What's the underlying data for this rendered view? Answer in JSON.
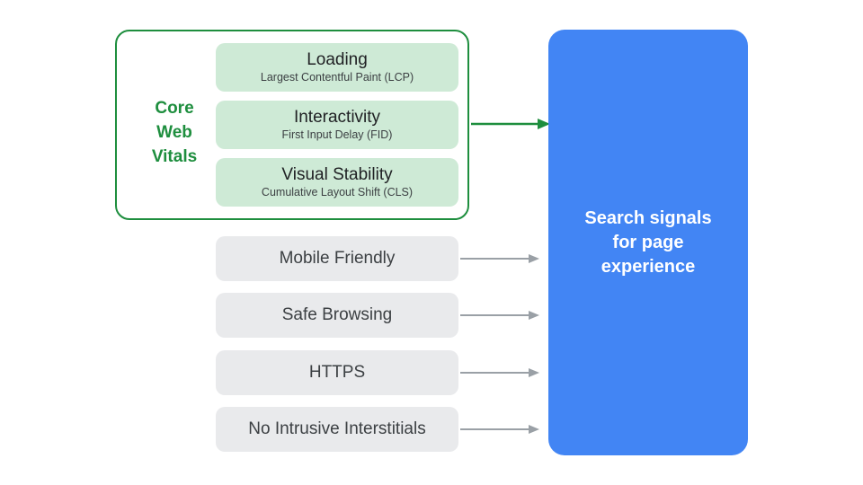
{
  "core_web_vitals": {
    "label": "Core\nWeb\nVitals",
    "items": [
      {
        "title": "Loading",
        "subtitle": "Largest Contentful Paint (LCP)"
      },
      {
        "title": "Interactivity",
        "subtitle": "First Input Delay (FID)"
      },
      {
        "title": "Visual Stability",
        "subtitle": "Cumulative Layout Shift (CLS)"
      }
    ]
  },
  "other_signals": [
    {
      "label": "Mobile Friendly"
    },
    {
      "label": "Safe Browsing"
    },
    {
      "label": "HTTPS"
    },
    {
      "label": "No Intrusive Interstitials"
    }
  ],
  "target": {
    "label": "Search signals\nfor page\nexperience"
  },
  "colors": {
    "green": "#1e8e3e",
    "green_light": "#ceead6",
    "gray_box": "#e9eaec",
    "arrow_gray": "#9aa0a6",
    "blue": "#4285f4",
    "text_dark": "#202124",
    "text_gray": "#3c4043",
    "text_white": "#ffffff"
  }
}
